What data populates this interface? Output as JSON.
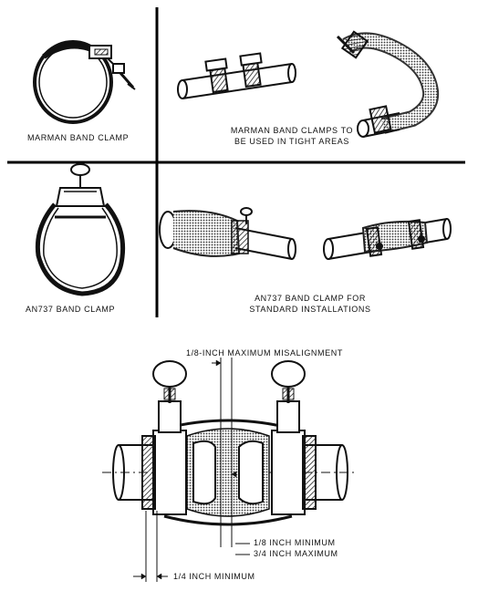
{
  "panels": {
    "marman_single": {
      "label": "MARMAN BAND CLAMP"
    },
    "marman_tight": {
      "label_line1": "MARMAN BAND CLAMPS TO",
      "label_line2": "BE USED IN TIGHT AREAS"
    },
    "an737_single": {
      "label": "AN737 BAND CLAMP"
    },
    "an737_standard": {
      "label_line1": "AN737 BAND CLAMP FOR",
      "label_line2": "STANDARD INSTALLATIONS"
    }
  },
  "detail": {
    "misalignment": "1/8-INCH MAXIMUM MISALIGNMENT",
    "gap_min": "1/8 INCH MINIMUM",
    "gap_max": "3/4 INCH MAXIMUM",
    "edge_min": "1/4 INCH MINIMUM"
  }
}
